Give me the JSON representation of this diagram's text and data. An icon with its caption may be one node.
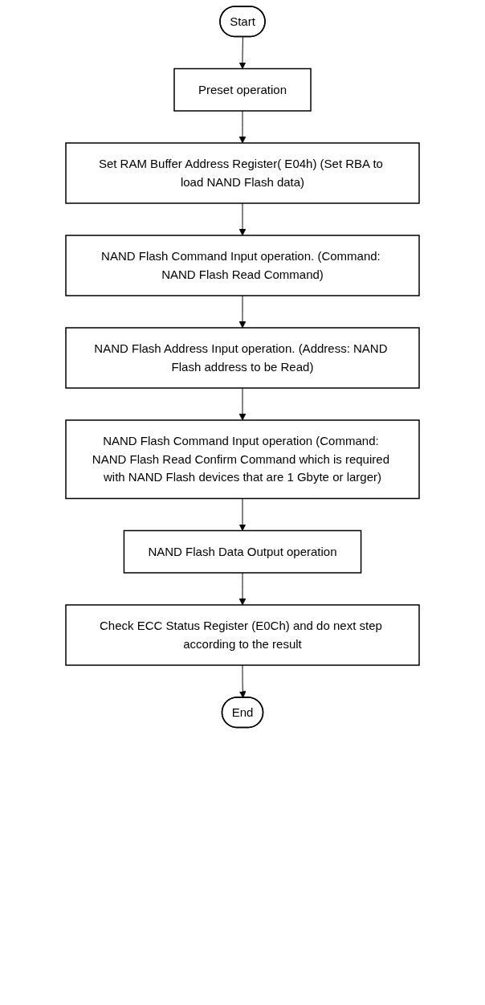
{
  "diagram": {
    "nodes": [
      {
        "text": [
          "Start"
        ]
      },
      {
        "text": [
          "Preset operation"
        ]
      },
      {
        "text": [
          "Set RAM Buffer Address Register( E04h) (Set RBA to load NAND Flash data)"
        ]
      },
      {
        "text": [
          "NAND Flash Command Input operation. (Command: NAND Flash Read Command)"
        ]
      },
      {
        "text": [
          "NAND Flash Address Input operation. (Address: NAND Flash address to be Read)"
        ]
      },
      {
        "text": [
          "NAND Flash Command Input operation (Command: NAND Flash Read Confirm Command which is required with NAND Flash devices that are 1 Gbyte or larger)"
        ]
      },
      {
        "text": [
          "NAND Flash Data Output operation"
        ]
      },
      {
        "text": [
          "Check ECC Status Register (E0Ch) and do next step according to the result"
        ]
      },
      {
        "text": [
          "End"
        ]
      }
    ],
    "edges": [
      {
        "from": 0,
        "to": 1,
        "arrow": "to"
      },
      {
        "from": 1,
        "to": 2,
        "arrow": "to"
      },
      {
        "from": 2,
        "to": 3,
        "arrow": "to"
      },
      {
        "from": 3,
        "to": 4,
        "arrow": "to"
      },
      {
        "from": 4,
        "to": 5,
        "arrow": "to"
      },
      {
        "from": 5,
        "to": 6,
        "arrow": "to"
      },
      {
        "from": 6,
        "to": 7,
        "arrow": "to"
      },
      {
        "from": 7,
        "to": 8,
        "arrow": "to"
      }
    ]
  }
}
